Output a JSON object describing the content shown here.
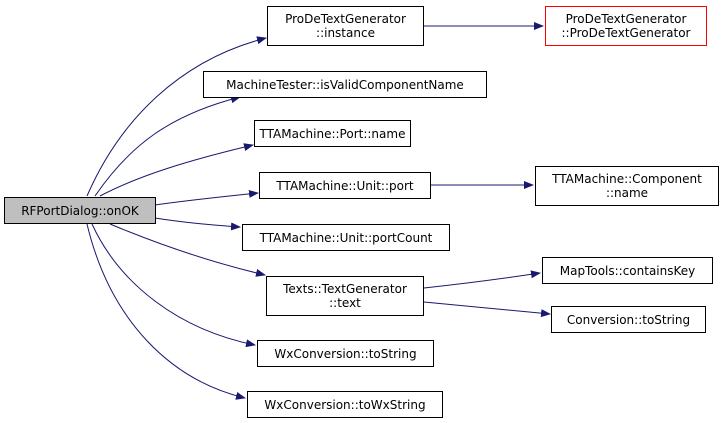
{
  "colors": {
    "edge": "#191970",
    "node_border": "#000000",
    "root_fill": "#bfbfbf",
    "highlight_border": "#ff0000"
  },
  "nodes": {
    "root": {
      "label": "RFPortDialog::onOK"
    },
    "prode_instance": {
      "line1": "ProDeTextGenerator",
      "line2": "::instance"
    },
    "prode_ctor": {
      "line1": "ProDeTextGenerator",
      "line2": "::ProDeTextGenerator"
    },
    "machinetester": {
      "label": "MachineTester::isValidComponentName"
    },
    "port_name": {
      "label": "TTAMachine::Port::name"
    },
    "unit_port": {
      "label": "TTAMachine::Unit::port"
    },
    "component_name": {
      "line1": "TTAMachine::Component",
      "line2": "::name"
    },
    "unit_portcount": {
      "label": "TTAMachine::Unit::portCount"
    },
    "texts_text": {
      "line1": "Texts::TextGenerator",
      "line2": "::text"
    },
    "maptools": {
      "label": "MapTools::containsKey"
    },
    "conversion": {
      "label": "Conversion::toString"
    },
    "wx_tostring": {
      "label": "WxConversion::toString"
    },
    "wx_towxstring": {
      "label": "WxConversion::toWxString"
    }
  }
}
